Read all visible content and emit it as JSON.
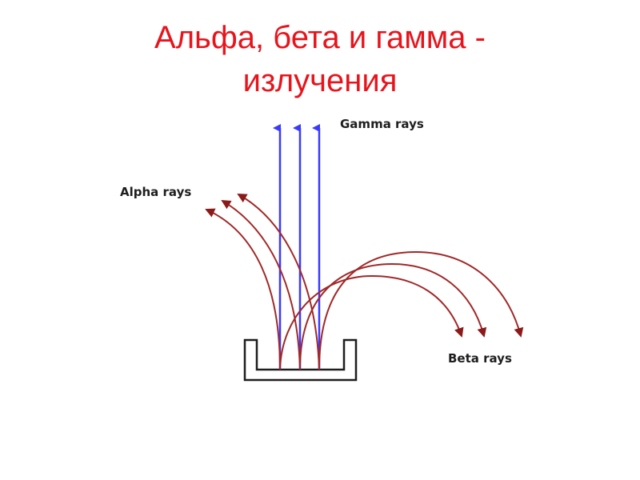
{
  "slide": {
    "title_line1": "Альфа, бета и гамма -",
    "title_line2": "излучения"
  },
  "diagram": {
    "labels": {
      "gamma": "Gamma rays",
      "alpha": "Alpha rays",
      "beta": "Beta rays"
    },
    "colors": {
      "title": "#e8141c",
      "gamma_ray": "#3a3aff",
      "alpha_ray": "#a02828",
      "beta_ray": "#a02828",
      "container": "#1e1e1e"
    },
    "ray_counts": {
      "gamma": 3,
      "alpha": 3,
      "beta": 3
    }
  }
}
